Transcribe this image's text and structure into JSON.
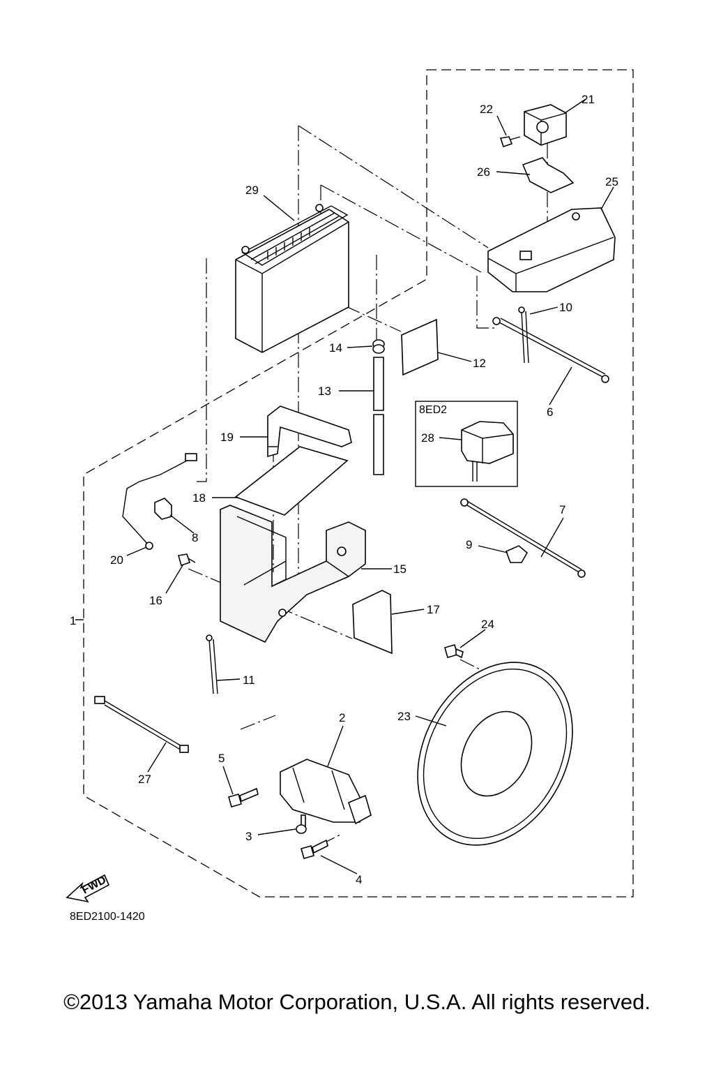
{
  "diagram": {
    "drawing_number": "8ED2100-1420",
    "fwd_label": "FWD",
    "variant_box_label": "8ED2",
    "callouts": {
      "c1": "1",
      "c2": "2",
      "c3": "3",
      "c4": "4",
      "c5": "5",
      "c6": "6",
      "c7": "7",
      "c8": "8",
      "c9": "9",
      "c10": "10",
      "c11": "11",
      "c12": "12",
      "c13": "13",
      "c14": "14",
      "c15": "15",
      "c16": "16",
      "c17": "17",
      "c18": "18",
      "c19": "19",
      "c20": "20",
      "c21": "21",
      "c22": "22",
      "c23": "23",
      "c24": "24",
      "c25": "25",
      "c26": "26",
      "c27": "27",
      "c28": "28",
      "c29": "29"
    }
  },
  "footer": {
    "copyright": "©2013 Yamaha Motor Corporation, U.S.A. All rights reserved."
  }
}
